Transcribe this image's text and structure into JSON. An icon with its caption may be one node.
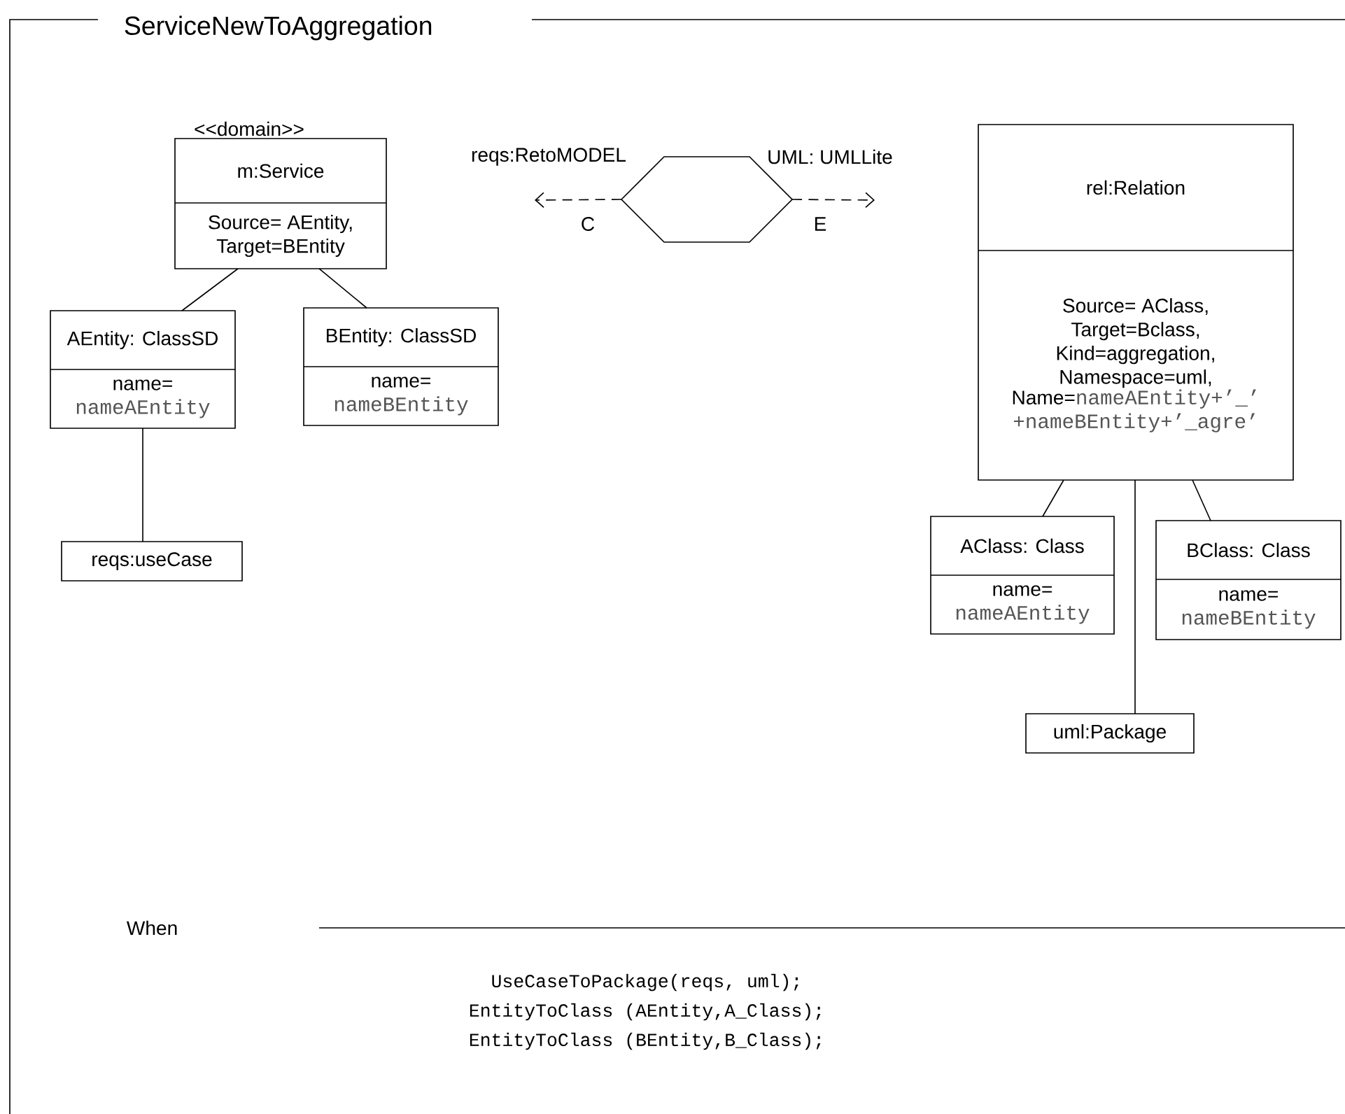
{
  "diagram": {
    "title": "ServiceNewToAggregation",
    "nodes": [
      {
        "text": [
          "m:Service",
          "Source= AEntity, Target=BEntity"
        ],
        "beside": [
          "<<domain>>"
        ]
      },
      {
        "text": [
          "AEntity: ClassSD",
          "name=",
          "nameAEntity"
        ]
      },
      {
        "text": [
          "BEntity: ClassSD",
          "name=",
          "nameBEntity"
        ]
      },
      {
        "text": [
          "reqs:useCase"
        ]
      },
      {
        "text": [],
        "shape": "hexagon"
      },
      {
        "text": [
          "rel:Relation",
          "Source= AClass, Target=Bclass, Kind=aggregation, Namespace=uml,",
          "Name=",
          "nameAEntity+’_’ +nameBEntity+’_agre’"
        ]
      },
      {
        "text": [
          "AClass: Class",
          "name=",
          "nameAEntity"
        ]
      },
      {
        "text": [
          "BClass: Class",
          "name=",
          "nameBEntity"
        ]
      },
      {
        "text": [
          "uml:Package"
        ]
      }
    ],
    "edges": [
      {
        "from": 0,
        "to": 1,
        "arrow": "none"
      },
      {
        "from": 0,
        "to": 2,
        "arrow": "none"
      },
      {
        "from": 1,
        "to": 3,
        "arrow": "none"
      },
      {
        "from": 4,
        "to": null,
        "arrow": "to",
        "label": "C",
        "style": "dashed"
      },
      {
        "from": 4,
        "to": null,
        "arrow": "to",
        "label": "E",
        "style": "dashed"
      },
      {
        "from": 5,
        "to": 6,
        "arrow": "none"
      },
      {
        "from": 5,
        "to": 8,
        "arrow": "none"
      },
      {
        "from": 5,
        "to": 7,
        "arrow": "none"
      }
    ],
    "labels": [
      "reqs:RetoMODEL",
      "UML: UMLLite",
      "When",
      "UseCaseToPackage(reqs, uml);",
      "EntityToClass (AEntity,A_Class);",
      "EntityToClass (BEntity,B_Class);"
    ]
  }
}
